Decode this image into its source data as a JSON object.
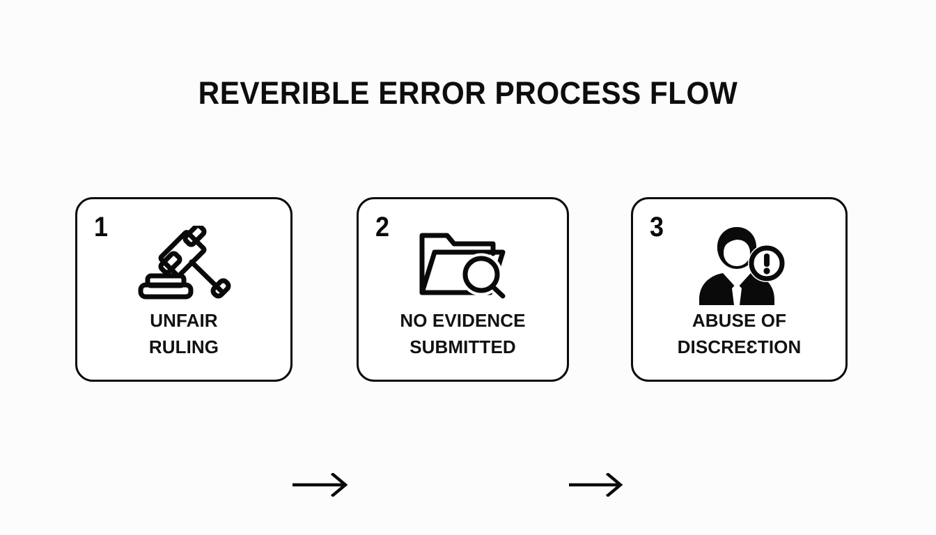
{
  "page": {
    "background_color": "#fcfcfc",
    "ink_color": "#0a0a0a",
    "title": "REVERIBLE ERROR PROCESS FLOW"
  },
  "flow": {
    "steps": [
      {
        "number": "1",
        "icon": "gavel-icon",
        "label": "UNFAIR\nRULING"
      },
      {
        "number": "2",
        "icon": "folder-search-icon",
        "label": "NO EVIDENCE\nSUBMITTED"
      },
      {
        "number": "3",
        "icon": "person-alert-icon",
        "label": "ABUSE OF\nDISCREƐTION"
      }
    ],
    "connectors": [
      {
        "icon": "arrow-right-icon",
        "from": "1",
        "to": "2"
      },
      {
        "icon": "arrow-right-icon",
        "from": "2",
        "to": "3"
      }
    ]
  }
}
